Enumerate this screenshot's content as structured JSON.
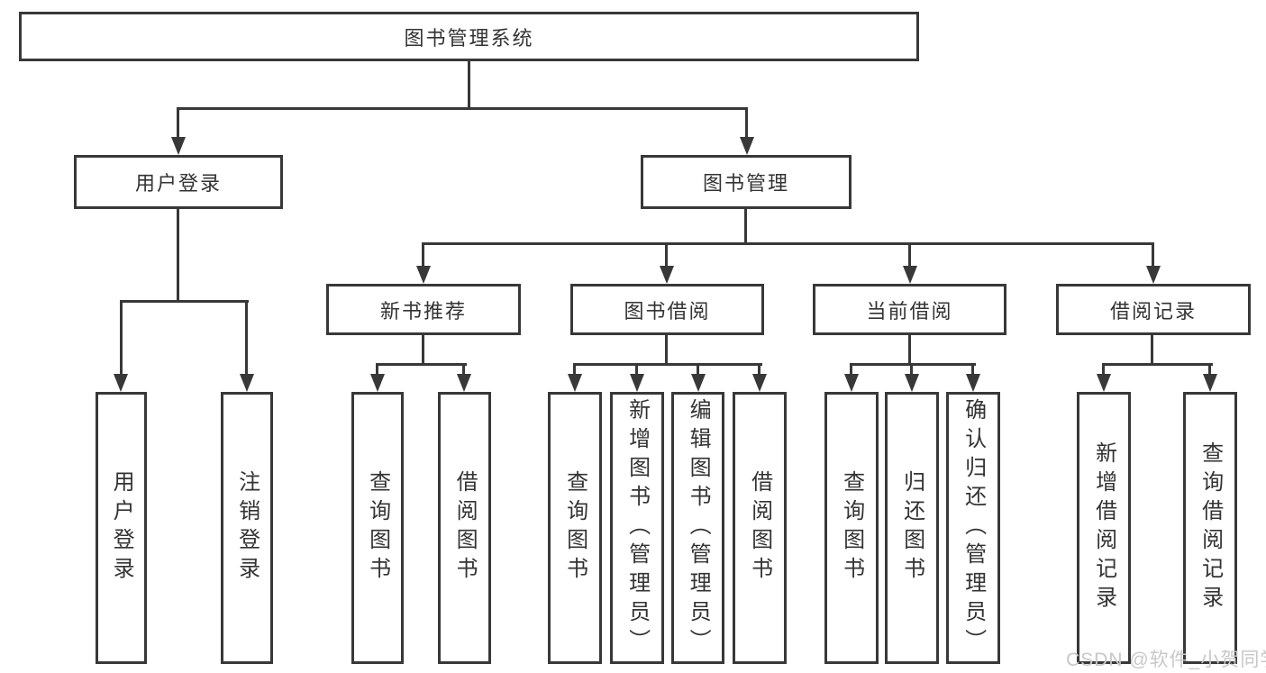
{
  "diagram": {
    "root": {
      "label": "图书管理系统"
    },
    "level2": [
      {
        "label": "用户登录"
      },
      {
        "label": "图书管理"
      }
    ],
    "level3": [
      {
        "label": "新书推荐"
      },
      {
        "label": "图书借阅"
      },
      {
        "label": "当前借阅"
      },
      {
        "label": "借阅记录"
      }
    ],
    "leaves": {
      "user_login": [
        "用户登录",
        "注销登录"
      ],
      "new_book_recommend": [
        "查询图书",
        "借阅图书"
      ],
      "book_borrow": [
        "查询图书",
        "新增图书（管理员）",
        "编辑图书（管理员）",
        "借阅图书"
      ],
      "current_borrow": [
        "查询图书",
        "归还图书",
        "确认归还（管理员）"
      ],
      "borrow_records": [
        "新增借阅记录",
        "查询借阅记录"
      ]
    },
    "watermark": "CSDN @软件_小贺同学",
    "colors": {
      "line": "#383838",
      "text": "#333333",
      "background": "#ffffff",
      "watermark": "#c8c8c8"
    }
  }
}
